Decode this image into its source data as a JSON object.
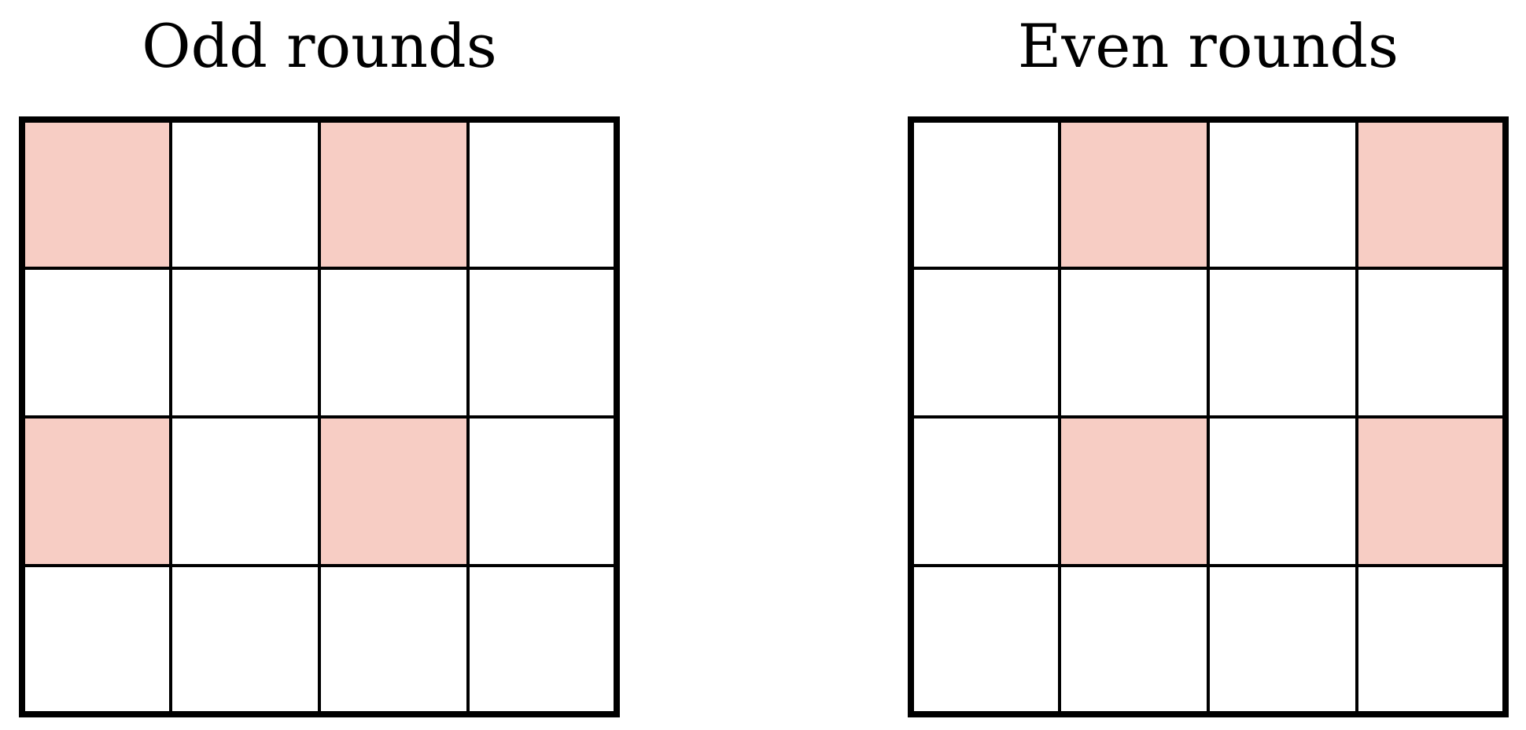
{
  "panels": [
    {
      "title": "Odd rounds",
      "rows": 4,
      "cols": 4,
      "highlighted": [
        [
          0,
          0
        ],
        [
          0,
          2
        ],
        [
          2,
          0
        ],
        [
          2,
          2
        ]
      ]
    },
    {
      "title": "Even rounds",
      "rows": 4,
      "cols": 4,
      "highlighted": [
        [
          0,
          1
        ],
        [
          0,
          3
        ],
        [
          2,
          1
        ],
        [
          2,
          3
        ]
      ]
    }
  ],
  "colors": {
    "highlight": "#f7cdc4",
    "line": "#000000",
    "background": "#ffffff"
  }
}
